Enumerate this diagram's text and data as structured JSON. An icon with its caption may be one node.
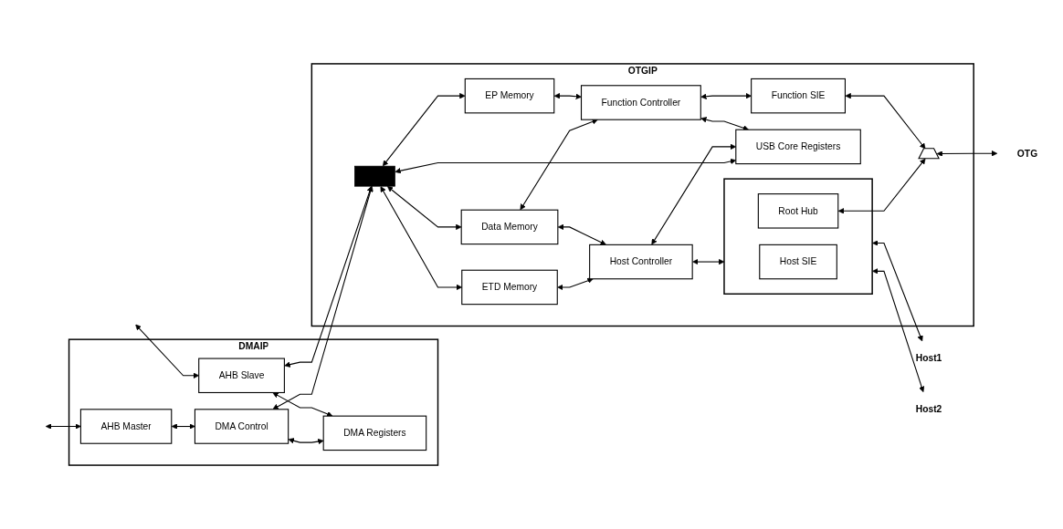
{
  "diagram": {
    "nodes": [
      {
        "text": [
          "DMAIP"
        ]
      },
      {
        "text": [
          "AHB Master"
        ],
        "in": 0
      },
      {
        "text": [
          "DMA Control"
        ],
        "in": 0
      },
      {
        "text": [
          "AHB Slave"
        ],
        "in": 0
      },
      {
        "text": [
          "DMA Registers"
        ],
        "in": 0
      },
      {
        "text": [
          "OTGIP"
        ]
      },
      {
        "text": [],
        "shape": "bar",
        "in": 5
      },
      {
        "text": [
          "USB Core Registers"
        ],
        "in": 5
      },
      {
        "text": [
          "ETD Memory"
        ],
        "in": 5
      },
      {
        "text": [
          "Data Memory"
        ],
        "in": 5
      },
      {
        "text": [
          "EP Memory"
        ],
        "in": 5
      },
      {
        "text": [
          "Host Controller"
        ],
        "in": 5
      },
      {
        "text": [
          "Function Controller"
        ],
        "in": 5
      },
      {
        "text": [],
        "shape": "box",
        "in": 5
      },
      {
        "text": [
          "Host SIE"
        ],
        "in": 13
      },
      {
        "text": [
          "Root Hub"
        ],
        "in": 13
      },
      {
        "text": [
          "Function SIE"
        ],
        "in": 5
      },
      {
        "text": [],
        "shape": "trapezoid",
        "in": 5
      },
      {
        "text": [
          "Host1"
        ]
      },
      {
        "text": [
          "Host2"
        ]
      },
      {
        "text": [
          "OTG"
        ]
      }
    ],
    "edges": [
      {
        "from": null,
        "to": 1,
        "arrow": "both"
      },
      {
        "from": 1,
        "to": 2,
        "arrow": "both"
      },
      {
        "from": 2,
        "to": 6,
        "arrow": "both"
      },
      {
        "from": 2,
        "to": 4,
        "arrow": "both"
      },
      {
        "from": 3,
        "to": 4,
        "arrow": "both"
      },
      {
        "from": null,
        "to": 3,
        "arrow": "both"
      },
      {
        "from": 3,
        "to": 6,
        "arrow": "both"
      },
      {
        "from": 6,
        "to": 7,
        "arrow": "both"
      },
      {
        "from": 6,
        "to": 8,
        "arrow": "both"
      },
      {
        "from": 6,
        "to": 9,
        "arrow": "both"
      },
      {
        "from": 6,
        "to": 10,
        "arrow": "both"
      },
      {
        "from": 8,
        "to": 11,
        "arrow": "both"
      },
      {
        "from": 9,
        "to": 11,
        "arrow": "both"
      },
      {
        "from": 9,
        "to": 12,
        "arrow": "both"
      },
      {
        "from": 10,
        "to": 12,
        "arrow": "both"
      },
      {
        "from": 11,
        "to": 7,
        "arrow": "both"
      },
      {
        "from": 12,
        "to": 7,
        "arrow": "both"
      },
      {
        "from": 11,
        "to": 13,
        "arrow": "both"
      },
      {
        "from": 13,
        "to": 18,
        "arrow": "both"
      },
      {
        "from": 13,
        "to": 19,
        "arrow": "both"
      },
      {
        "from": 15,
        "to": 17,
        "arrow": "both"
      },
      {
        "from": 12,
        "to": 16,
        "arrow": "both"
      },
      {
        "from": 16,
        "to": 17,
        "arrow": "both"
      },
      {
        "from": 17,
        "to": 20,
        "arrow": "both"
      }
    ]
  }
}
